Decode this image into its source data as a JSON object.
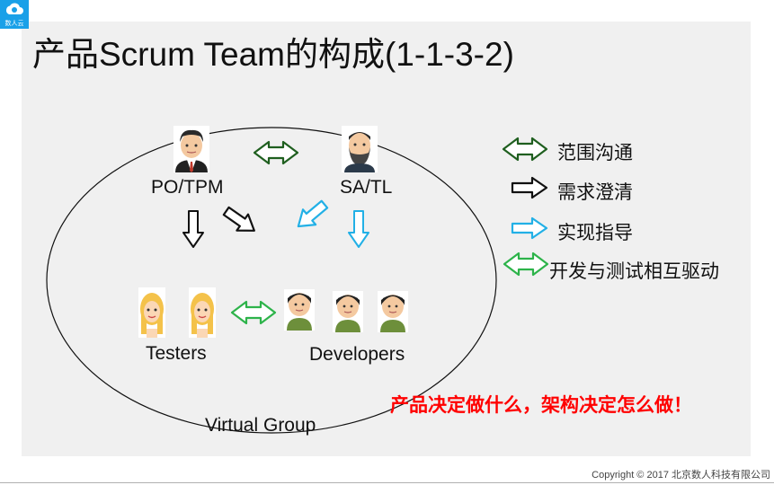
{
  "logo": {
    "text": "数人云",
    "icon": "cloud-logo-icon"
  },
  "title": "产品Scrum Team的构成(1-1-3-2)",
  "roles": {
    "po": "PO/TPM",
    "sa": "SA/TL",
    "testers": "Testers",
    "developers": "Developers",
    "group": "Virtual Group"
  },
  "legend": [
    {
      "label": "范围沟通",
      "icon": "double-arrow-icon",
      "color": "#1f5f1f"
    },
    {
      "label": "需求澄清",
      "icon": "right-arrow-icon",
      "color": "#111111"
    },
    {
      "label": "实现指导",
      "icon": "right-arrow-icon",
      "color": "#22b0e6"
    },
    {
      "label": "开发与测试相互驱动",
      "icon": "double-arrow-icon",
      "color": "#2db34a"
    }
  ],
  "slogan": "产品决定做什么，架构决定怎么做！",
  "copyright": "Copyright © 2017 北京数人科技有限公司"
}
